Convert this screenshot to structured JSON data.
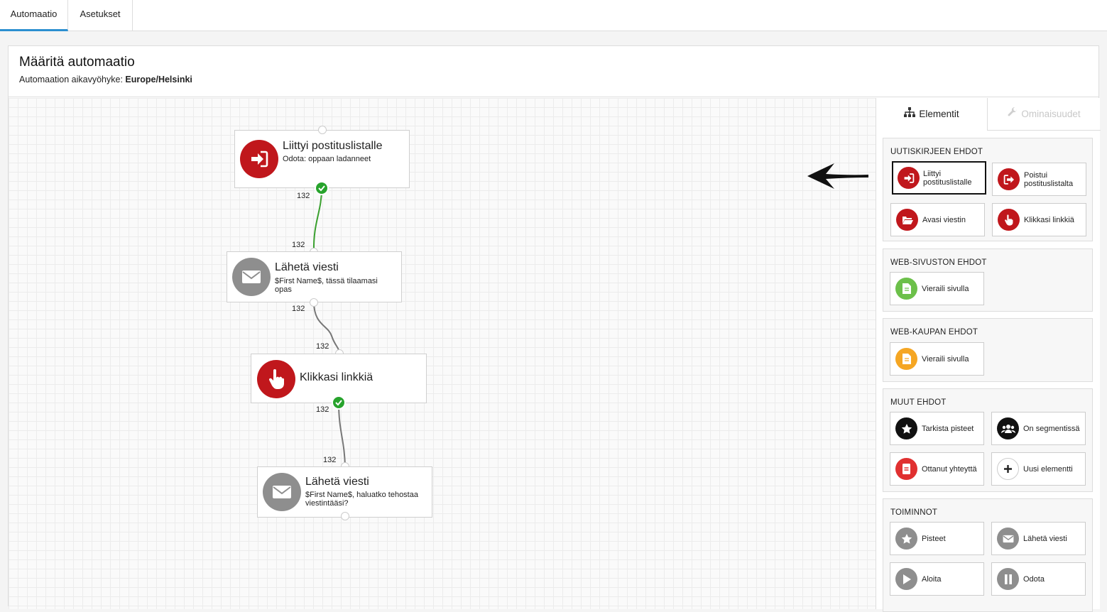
{
  "tabs": [
    "Automaatio",
    "Asetukset"
  ],
  "header": {
    "title": "Määritä automaatio",
    "timezone_label": "Automaation aikavyöhyke:",
    "timezone_value": "Europe/Helsinki"
  },
  "flow": {
    "nodes": [
      {
        "title": "Liittyi postituslistalle",
        "subtitle": "Odota: oppaan ladanneet",
        "icon": "sign-in-icon",
        "color": "#c0171c"
      },
      {
        "title": "Lähetä viesti",
        "subtitle": "$First Name$, tässä tilaamasi opas",
        "icon": "envelope-icon",
        "color": "#8e8e8e"
      },
      {
        "title": "Klikkasi linkkiä",
        "subtitle": "",
        "icon": "pointer-hand-icon",
        "color": "#c0171c"
      },
      {
        "title": "Lähetä viesti",
        "subtitle": "$First Name$, haluatko tehostaa viestintääsi?",
        "icon": "envelope-icon",
        "color": "#8e8e8e"
      }
    ],
    "counts": [
      "132",
      "132",
      "132",
      "132",
      "132",
      "132"
    ]
  },
  "panel": {
    "tab_elements": "Elementit",
    "tab_properties": "Ominaisuudet",
    "groups": [
      {
        "title": "UUTISKIRJEEN EHDOT",
        "items": [
          {
            "label": "Liittyi postituslistalle",
            "icon": "sign-in-icon",
            "color": "#c0171c"
          },
          {
            "label": "Poistui postituslistalta",
            "icon": "sign-out-icon",
            "color": "#c0171c"
          },
          {
            "label": "Avasi viestin",
            "icon": "folder-open-icon",
            "color": "#c0171c"
          },
          {
            "label": "Klikkasi linkkiä",
            "icon": "pointer-hand-icon",
            "color": "#c0171c"
          }
        ]
      },
      {
        "title": "WEB-SIVUSTON EHDOT",
        "items": [
          {
            "label": "Vieraili sivulla",
            "icon": "document-icon",
            "color": "#6cc04a"
          }
        ]
      },
      {
        "title": "WEB-KAUPAN EHDOT",
        "items": [
          {
            "label": "Vieraili sivulla",
            "icon": "document-icon",
            "color": "#f5a623"
          }
        ]
      },
      {
        "title": "MUUT EHDOT",
        "items": [
          {
            "label": "Tarkista pisteet",
            "icon": "star-icon",
            "color": "#111111"
          },
          {
            "label": "On segmentissä",
            "icon": "users-icon",
            "color": "#111111"
          },
          {
            "label": "Ottanut yhteyttä",
            "icon": "contact-card-icon",
            "color": "#e03030"
          },
          {
            "label": "Uusi elementti",
            "icon": "plus-icon",
            "color": "#ffffff"
          }
        ]
      },
      {
        "title": "TOIMINNOT",
        "items": [
          {
            "label": "Pisteet",
            "icon": "star-icon",
            "color": "#8e8e8e"
          },
          {
            "label": "Lähetä viesti",
            "icon": "envelope-icon",
            "color": "#8e8e8e"
          },
          {
            "label": "Aloita",
            "icon": "play-icon",
            "color": "#8e8e8e"
          },
          {
            "label": "Odota",
            "icon": "pause-icon",
            "color": "#8e8e8e"
          }
        ]
      }
    ]
  }
}
